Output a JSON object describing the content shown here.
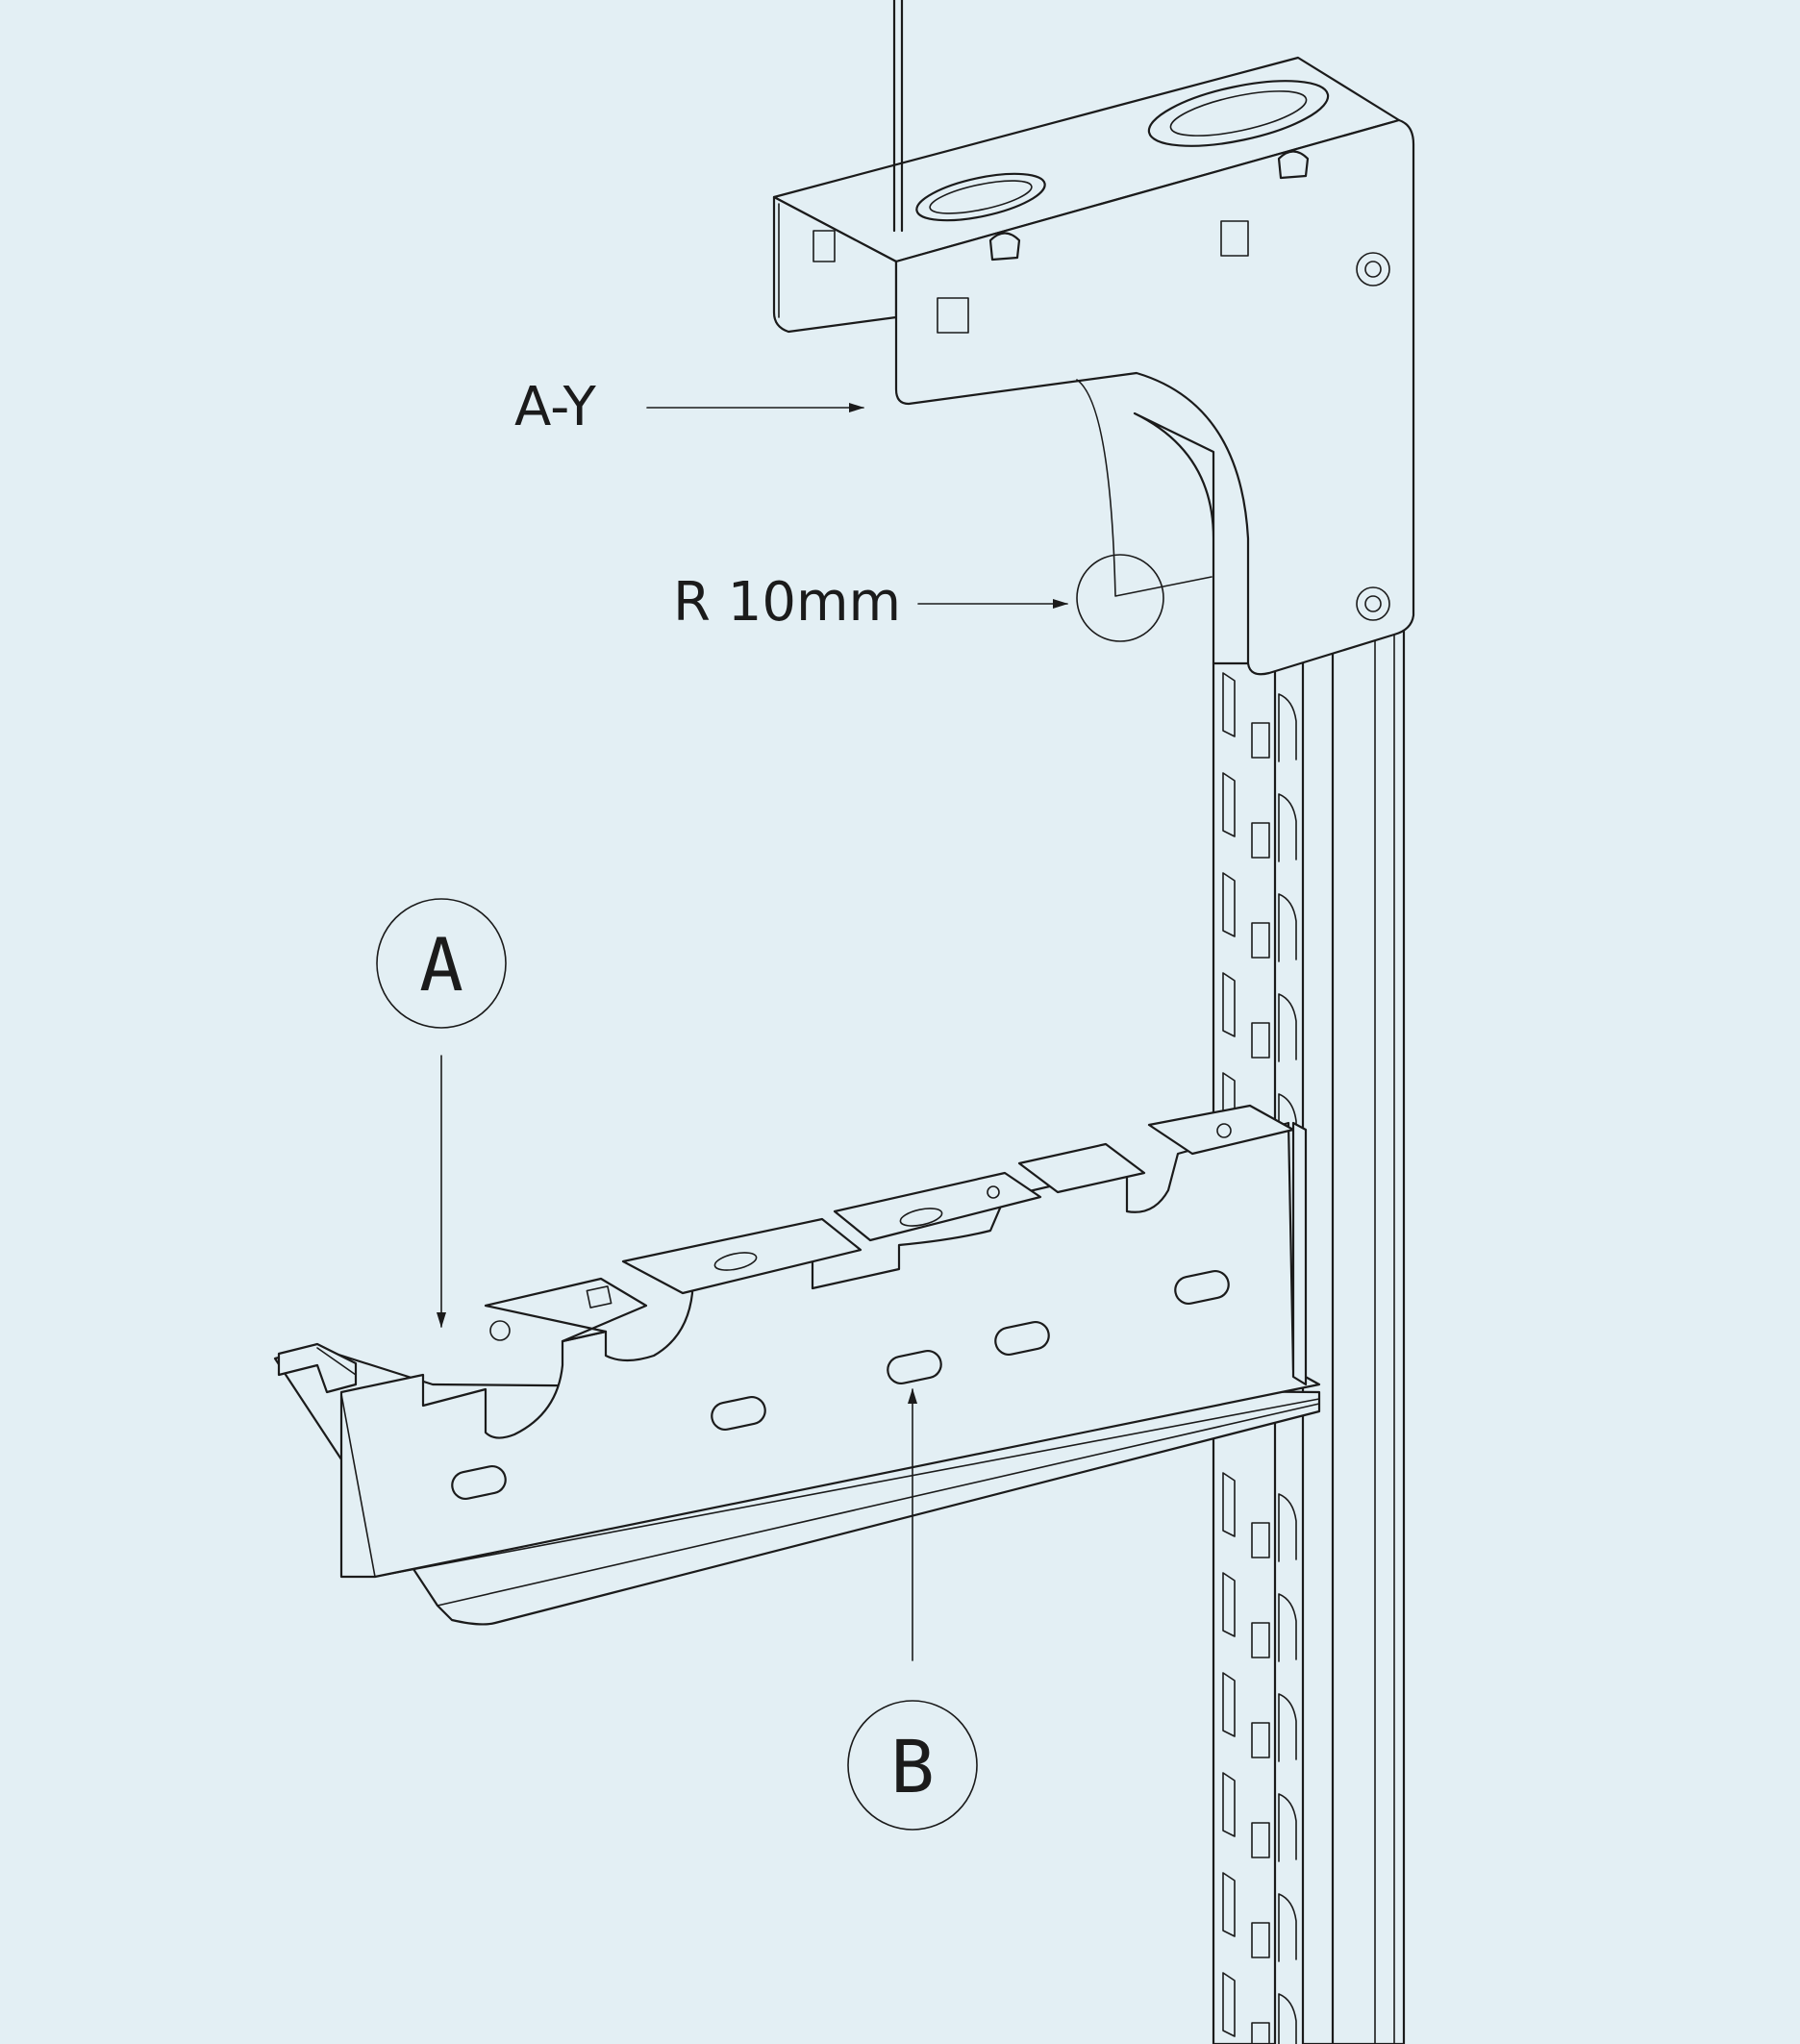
{
  "annotations": {
    "a_y_label": "A-Y",
    "radius_label": "R 10mm",
    "callout_a": "A",
    "callout_b": "B"
  },
  "colors": {
    "background": "#e3eff4",
    "line": "#1b1b1b"
  }
}
